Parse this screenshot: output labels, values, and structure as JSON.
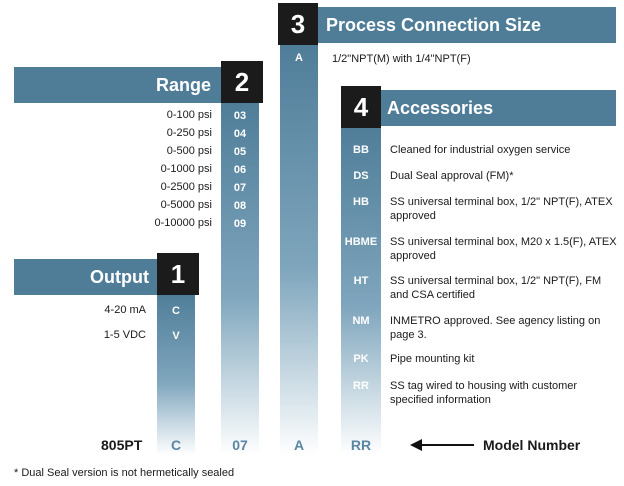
{
  "section3": {
    "number": "3",
    "title": "Process Connection Size",
    "items": [
      {
        "code": "A",
        "desc": "1/2\"NPT(M) with 1/4\"NPT(F)"
      }
    ]
  },
  "section2": {
    "number": "2",
    "title": "Range",
    "items": [
      {
        "label": "0-100 psi",
        "code": "03"
      },
      {
        "label": "0-250 psi",
        "code": "04"
      },
      {
        "label": "0-500 psi",
        "code": "05"
      },
      {
        "label": "0-1000 psi",
        "code": "06"
      },
      {
        "label": "0-2500 psi",
        "code": "07"
      },
      {
        "label": "0-5000 psi",
        "code": "08"
      },
      {
        "label": "0-10000 psi",
        "code": "09"
      }
    ]
  },
  "section4": {
    "number": "4",
    "title": "Accessories",
    "items": [
      {
        "code": "BB",
        "desc": "Cleaned for industrial oxygen service"
      },
      {
        "code": "DS",
        "desc": "Dual Seal approval (FM)*"
      },
      {
        "code": "HB",
        "desc": "SS universal terminal box, 1/2\" NPT(F), ATEX approved"
      },
      {
        "code": "HBME",
        "desc": "SS universal terminal box, M20 x 1.5(F), ATEX approved"
      },
      {
        "code": "HT",
        "desc": "SS universal terminal box, 1/2\" NPT(F), FM and CSA certified"
      },
      {
        "code": "NM",
        "desc": "INMETRO approved. See agency listing on page 3."
      },
      {
        "code": "PK",
        "desc": "Pipe mounting kit"
      },
      {
        "code": "RR",
        "desc": "SS tag wired to housing with customer specified information"
      }
    ]
  },
  "section1": {
    "number": "1",
    "title": "Output",
    "items": [
      {
        "label": "4-20 mA",
        "code": "C"
      },
      {
        "label": "1-5 VDC",
        "code": "V"
      }
    ]
  },
  "model": {
    "base": "805PT",
    "output": "C",
    "range": "07",
    "connection": "A",
    "accessory": "RR",
    "label": "Model Number"
  },
  "footnote": "* Dual Seal version is not hermetically sealed",
  "colors": {
    "banner": "#4f7d98",
    "number_box": "#1b1b1b"
  }
}
